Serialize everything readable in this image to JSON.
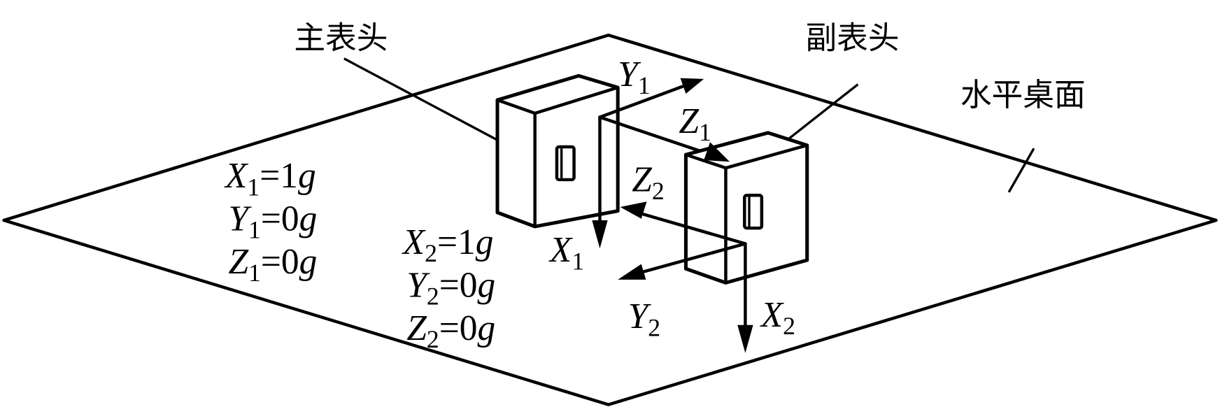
{
  "labels": {
    "main_head": "主表头",
    "sub_head": "副表头",
    "table_surface": "水平桌面"
  },
  "axes": {
    "box1": {
      "x": {
        "var": "X",
        "sub": "1"
      },
      "y": {
        "var": "Y",
        "sub": "1"
      },
      "z": {
        "var": "Z",
        "sub": "1"
      }
    },
    "box2": {
      "x": {
        "var": "X",
        "sub": "2"
      },
      "y": {
        "var": "Y",
        "sub": "2"
      },
      "z": {
        "var": "Z",
        "sub": "2"
      }
    }
  },
  "readings": {
    "box1": [
      {
        "var": "X",
        "sub": "1",
        "value": "=1",
        "unit": "g"
      },
      {
        "var": "Y",
        "sub": "1",
        "value": "=0",
        "unit": "g"
      },
      {
        "var": "Z",
        "sub": "1",
        "value": "=0",
        "unit": "g"
      }
    ],
    "box2": [
      {
        "var": "X",
        "sub": "2",
        "value": "=1",
        "unit": "g"
      },
      {
        "var": "Y",
        "sub": "2",
        "value": "=0",
        "unit": "g"
      },
      {
        "var": "Z",
        "sub": "2",
        "value": "=0",
        "unit": "g"
      }
    ]
  }
}
